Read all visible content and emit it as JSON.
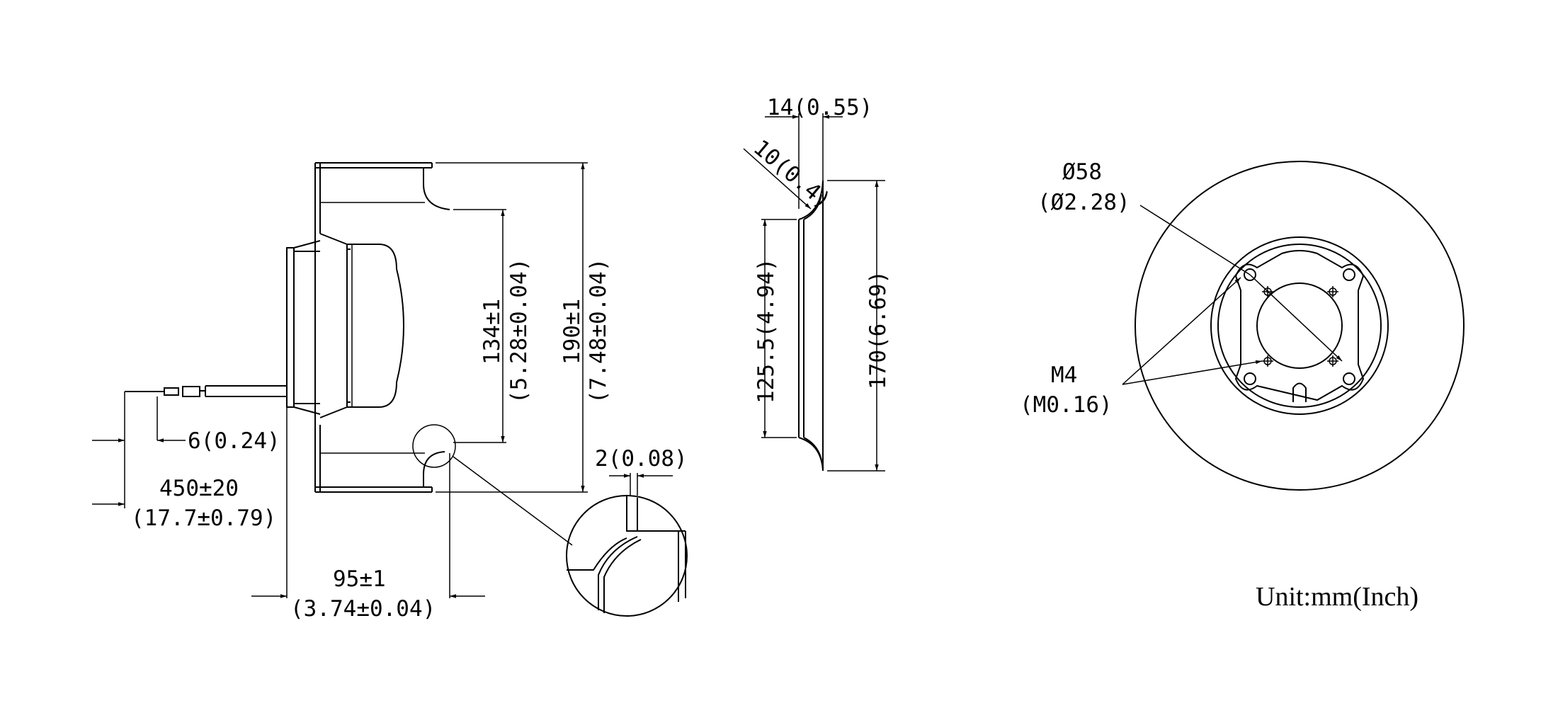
{
  "side_view": {
    "wire_strip": "6(0.24)",
    "wire_length": "450±20",
    "wire_length_in": "(17.7±0.79)",
    "depth": "95±1",
    "depth_in": "(3.74±0.04)",
    "inlet_height": "134±1",
    "inlet_height_in": "(5.28±0.04)",
    "overall_height": "190±1",
    "overall_height_in": "(7.48±0.04)",
    "detail_gap": "2(0.08)"
  },
  "inlet_ring": {
    "width": "14(0.55)",
    "radius": "10(0.4)",
    "inner_dia": "125.5(4.94)",
    "outer_dia": "170(6.69)"
  },
  "front_view": {
    "hub_dia": "Ø58",
    "hub_dia_in": "(Ø2.28)",
    "screw": "M4",
    "screw_in": "(M0.16)"
  },
  "unit_note": "Unit:mm(Inch)"
}
